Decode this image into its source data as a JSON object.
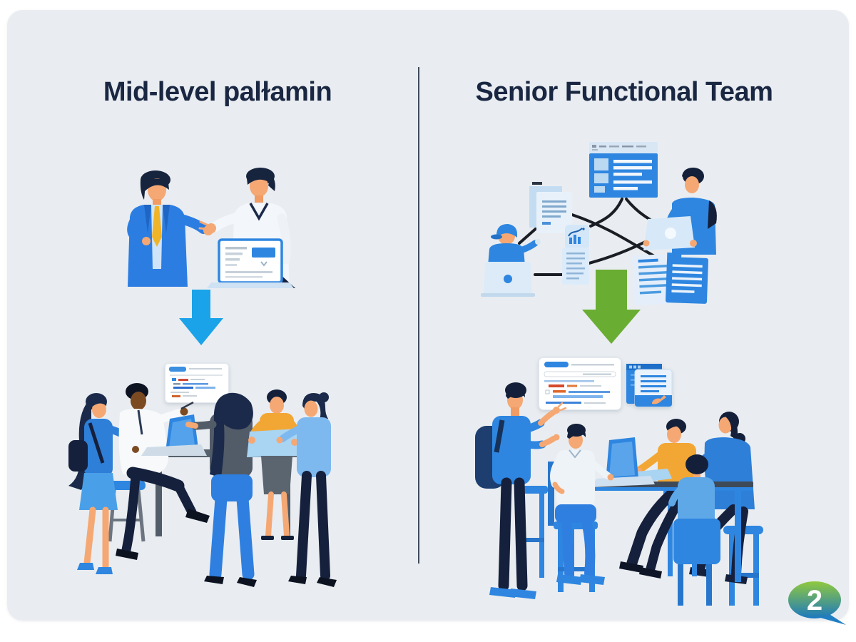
{
  "canvas": {
    "background": "#ffffff",
    "card_background": "#e9edf1",
    "divider_color": "#414c5c",
    "title_color": "#1a2742"
  },
  "panels": {
    "left": {
      "title": "Mid-level palɫamin",
      "flow_arrow": {
        "direction": "down",
        "color": "#1aa3e8"
      },
      "top_illustration": "two-businesspeople-handshake-with-laptop",
      "floating_card": "search-results-document",
      "bottom_illustration": "five-person-team-discussion-around-table"
    },
    "right": {
      "title": "Senior Functional Team",
      "flow_arrow": {
        "direction": "down",
        "color": "#6aad33"
      },
      "top_illustration": "specialists-connected-to-documents-network",
      "floating_card": "search-results-document",
      "floating_icon": "stacked-browser-folder",
      "bottom_illustration": "five-person-team-working-around-table"
    }
  },
  "logo": {
    "text": "2",
    "shape": "speech-bubble",
    "gradient_top": "#90c93e",
    "gradient_bottom": "#1b78c0"
  }
}
